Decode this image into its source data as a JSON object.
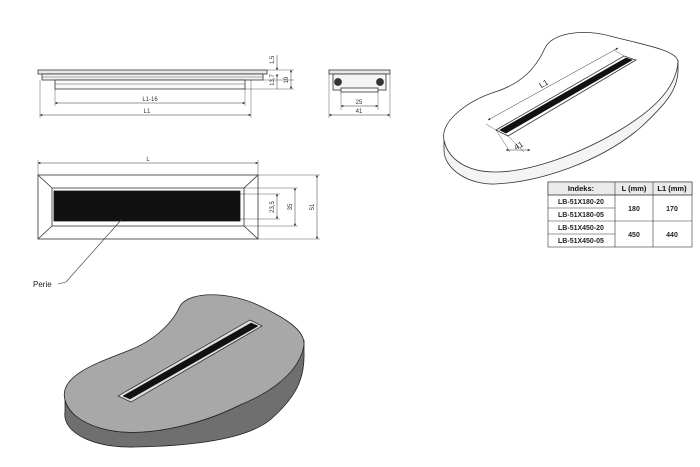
{
  "dimensions": {
    "side_thickness": "1,5",
    "side_height_a": "13,7",
    "side_height_b": "19",
    "side_inner_length": "L1-16",
    "side_length": "L1",
    "end_inner_width": "25",
    "end_width": "41",
    "top_length": "L",
    "top_slot_width": "23,5",
    "top_mid_width": "35",
    "top_width": "51"
  },
  "callout": {
    "label": "Perie"
  },
  "iso_labels": {
    "length": "L1",
    "width": "41"
  },
  "table": {
    "headers": [
      "Indeks:",
      "L (mm)",
      "L1 (mm)"
    ],
    "groups": [
      {
        "codes": [
          "LB-51X180-20",
          "LB-51X180-05"
        ],
        "L": "180",
        "L1": "170"
      },
      {
        "codes": [
          "LB-51X450-20",
          "LB-51X450-05"
        ],
        "L": "450",
        "L1": "440"
      }
    ]
  }
}
